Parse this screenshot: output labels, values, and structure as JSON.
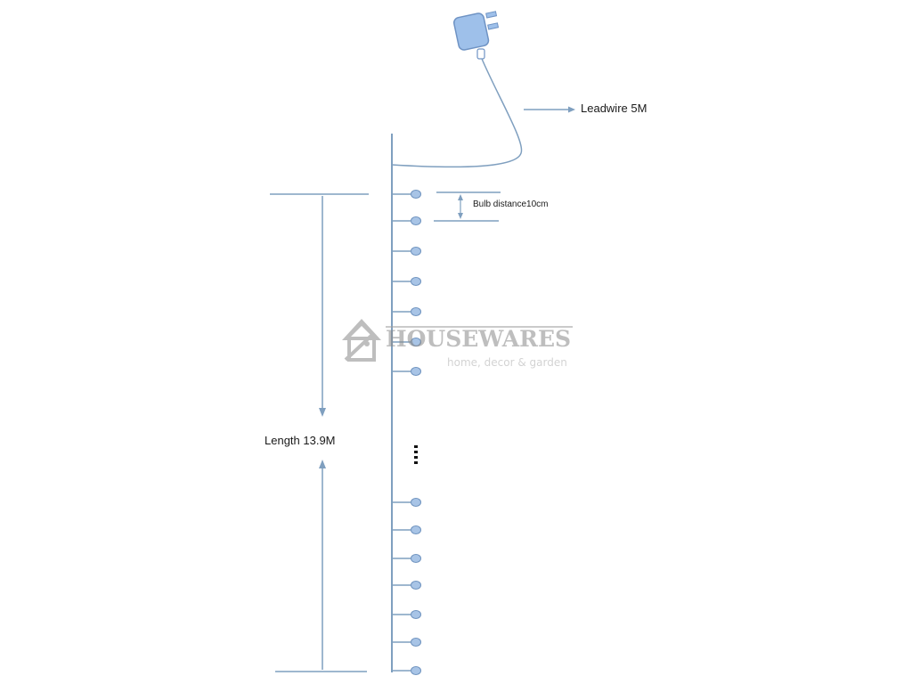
{
  "labels": {
    "lead_wire": "Leadwire 5M",
    "bulb_distance": "Bulb distance10cm",
    "length": "Length 13.9M"
  },
  "watermark": {
    "brand": "HOUSEWARES",
    "tagline": "home, decor & garden"
  },
  "string": {
    "bulbs_top_count": 7,
    "bulbs_bottom_count": 7,
    "ellipsis": "⋮"
  },
  "colors": {
    "line": "#7f9fbf",
    "bulb_fill": "#a8c4e6",
    "bulb_stroke": "#6f93bf",
    "adapter_fill": "#9ec0ea",
    "adapter_stroke": "#6f93c4"
  }
}
